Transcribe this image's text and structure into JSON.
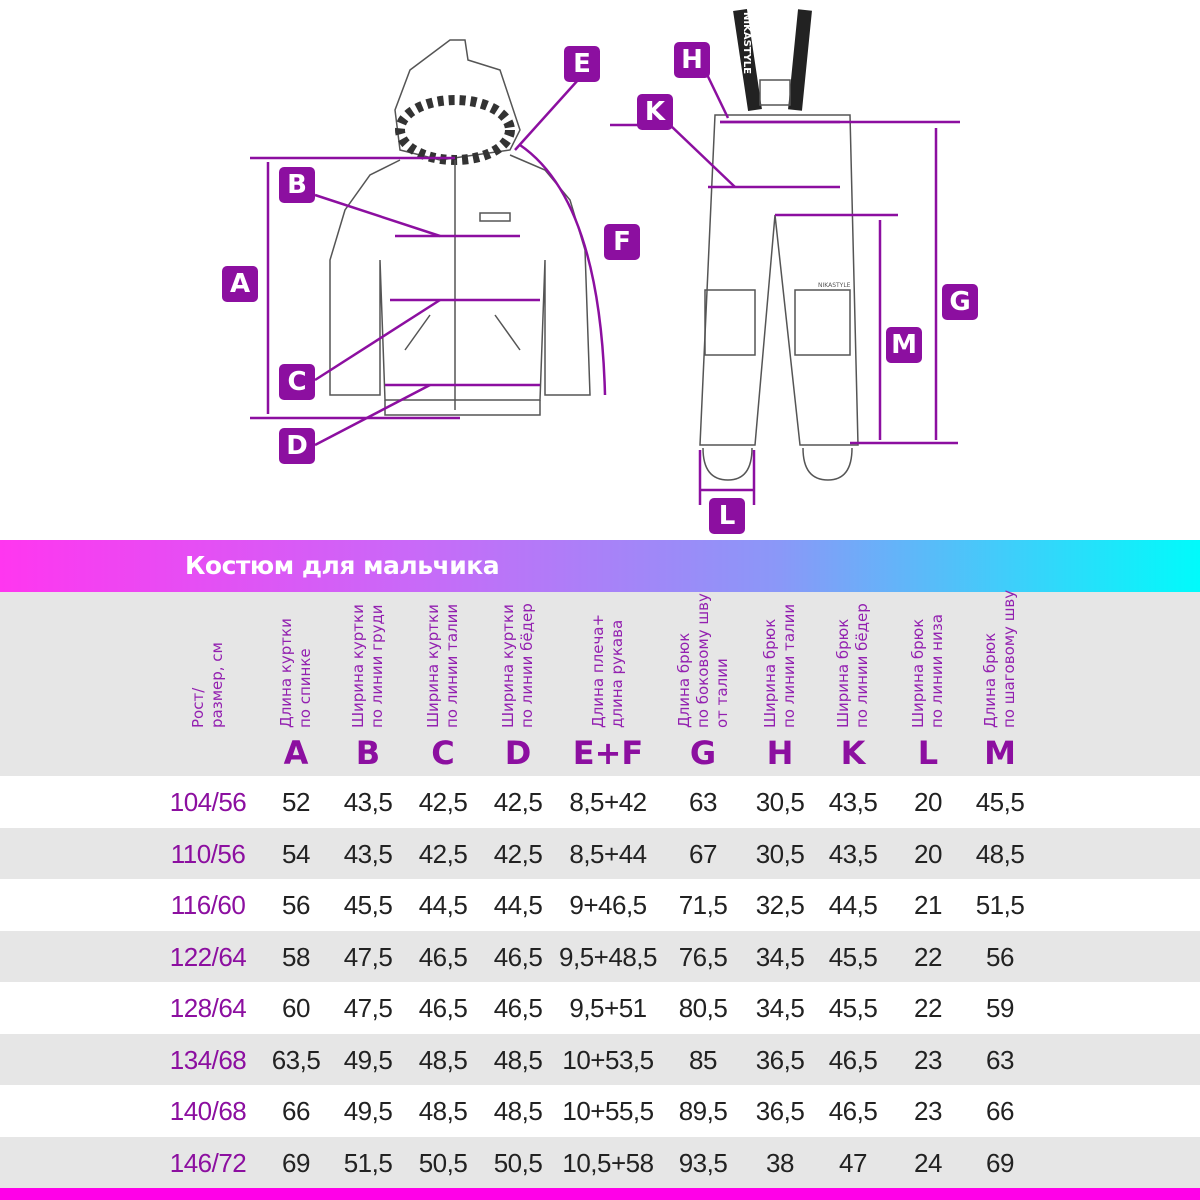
{
  "diagram": {
    "labels": {
      "A": "A",
      "B": "B",
      "C": "C",
      "D": "D",
      "E": "E",
      "F": "F",
      "G": "G",
      "H": "H",
      "K": "K",
      "L": "L",
      "M": "M"
    },
    "pants_brand": "NIKASTYLE",
    "strap_text": "NIKASTYLE"
  },
  "title": "Костюм для мальчика",
  "headers": [
    {
      "text": "Рост/\nразмер, см",
      "letter": ""
    },
    {
      "text": "Длина куртки\nпо спинке",
      "letter": "A"
    },
    {
      "text": "Ширина куртки\nпо линии груди",
      "letter": "B"
    },
    {
      "text": "Ширина куртки\nпо линии талии",
      "letter": "C"
    },
    {
      "text": "Ширина куртки\nпо линии бёдер",
      "letter": "D"
    },
    {
      "text": "Длина плеча+\nдлина рукава",
      "letter": "E+F"
    },
    {
      "text": "Длина брюк\nпо боковому шву\nот талии",
      "letter": "G"
    },
    {
      "text": "Ширина брюк\nпо линии талии",
      "letter": "H"
    },
    {
      "text": "Ширина брюк\nпо линии бёдер",
      "letter": "K"
    },
    {
      "text": "Ширина брюк\nпо линии низа",
      "letter": "L"
    },
    {
      "text": "Длина брюк\nпо шаговому шву",
      "letter": "M"
    }
  ],
  "rows": [
    [
      "104/56",
      "52",
      "43,5",
      "42,5",
      "42,5",
      "8,5+42",
      "63",
      "30,5",
      "43,5",
      "20",
      "45,5"
    ],
    [
      "110/56",
      "54",
      "43,5",
      "42,5",
      "42,5",
      "8,5+44",
      "67",
      "30,5",
      "43,5",
      "20",
      "48,5"
    ],
    [
      "116/60",
      "56",
      "45,5",
      "44,5",
      "44,5",
      "9+46,5",
      "71,5",
      "32,5",
      "44,5",
      "21",
      "51,5"
    ],
    [
      "122/64",
      "58",
      "47,5",
      "46,5",
      "46,5",
      "9,5+48,5",
      "76,5",
      "34,5",
      "45,5",
      "22",
      "56"
    ],
    [
      "128/64",
      "60",
      "47,5",
      "46,5",
      "46,5",
      "9,5+51",
      "80,5",
      "34,5",
      "45,5",
      "22",
      "59"
    ],
    [
      "134/68",
      "63,5",
      "49,5",
      "48,5",
      "48,5",
      "10+53,5",
      "85",
      "36,5",
      "46,5",
      "23",
      "63"
    ],
    [
      "140/68",
      "66",
      "49,5",
      "48,5",
      "48,5",
      "10+55,5",
      "89,5",
      "36,5",
      "46,5",
      "23",
      "66"
    ],
    [
      "146/72",
      "69",
      "51,5",
      "50,5",
      "50,5",
      "10,5+58",
      "93,5",
      "38",
      "47",
      "24",
      "69"
    ]
  ],
  "colors": {
    "accent": "#8c0fa0",
    "row_alt": "#e6e6e6",
    "bottom_bar": "#ff00e8"
  }
}
